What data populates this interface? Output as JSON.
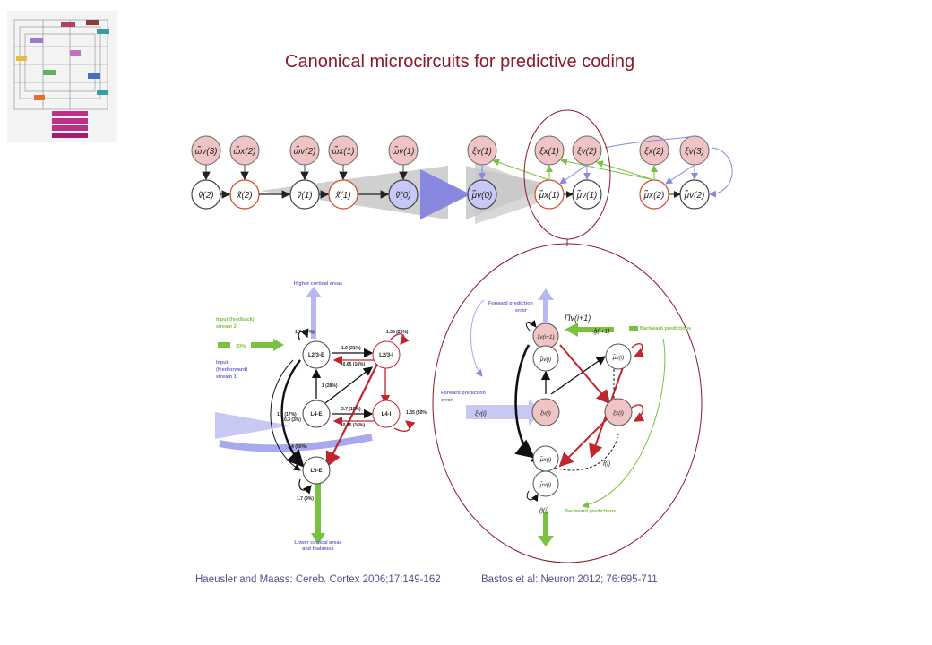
{
  "title": "Canonical microcircuits for predictive coding",
  "citations": {
    "left": "Haeusler and Maass: Cereb. Cortex 2006;17:149-162",
    "right": "Bastos et al: Neuron 2012; 76:695-711"
  },
  "top_chain": {
    "upper_nodes": [
      "ω̃v(3)",
      "ω̃x(2)",
      "ω̃v(2)",
      "ω̃x(1)",
      "ω̃v(1)",
      "ξv(1)",
      "ξx(1)",
      "ξv(2)",
      "ξx(2)",
      "ξv(3)"
    ],
    "lower_nodes": [
      "ṽ(2)",
      "x̃(2)",
      "ṽ(1)",
      "x̃(1)",
      "ṽ(0)",
      "μ̃v(0)",
      "μ̃x(1)",
      "μ̃v(1)",
      "μ̃x(2)",
      "μ̃v(2)"
    ]
  },
  "left_diagram": {
    "top_label": "Higher cortical areas",
    "bottom_label": "Lower cortical areas and thalamus",
    "input_feedback": "Input (feedback) stream 2",
    "input_feedback_pct": "20%",
    "input_feedforward": "Input (feedforward) stream 1",
    "nodes": [
      "L2/3-E",
      "L2/3-I",
      "L4-E",
      "L4-I",
      "L5-E"
    ],
    "labels": [
      "1.7 (20%)",
      "1.9 (21%)",
      "-0.65 (16%)",
      "1.35 (25%)",
      "1 (28%)",
      "1.1 (17%)",
      "2.7 (19%)",
      "-0.85 (16%)",
      "1.35 (50%)",
      "1.7 (9%)",
      "0.3 (3%)",
      "1.4 (50%)"
    ]
  },
  "right_diagram": {
    "forward_top": "Forward prediction error",
    "forward_left": "Forward prediction error",
    "backward_top": "Backward predictions",
    "backward_bottom": "Backward predictions",
    "pi_label": "Πv(i+1)",
    "g_top": "-g̃(i+1)",
    "g_bottom": "g̃(i)",
    "f_label": "f̃(i)",
    "xi_left": "ξv(i)",
    "nodes": [
      "ξv(i+1)",
      "μ̃v(i)",
      "μ̃x(i)",
      "ξv(i)",
      "ξx(i)",
      "μ̃x(i)",
      "μ̃v(i)"
    ]
  },
  "colors": {
    "title": "#8b1a2b",
    "error_fill": "#f0c4c4",
    "state_stroke": "#d2492a",
    "cause_fill": "#c8c8f8",
    "green": "#7ac142",
    "blue": "#aaaaee",
    "red": "#c0262e"
  }
}
